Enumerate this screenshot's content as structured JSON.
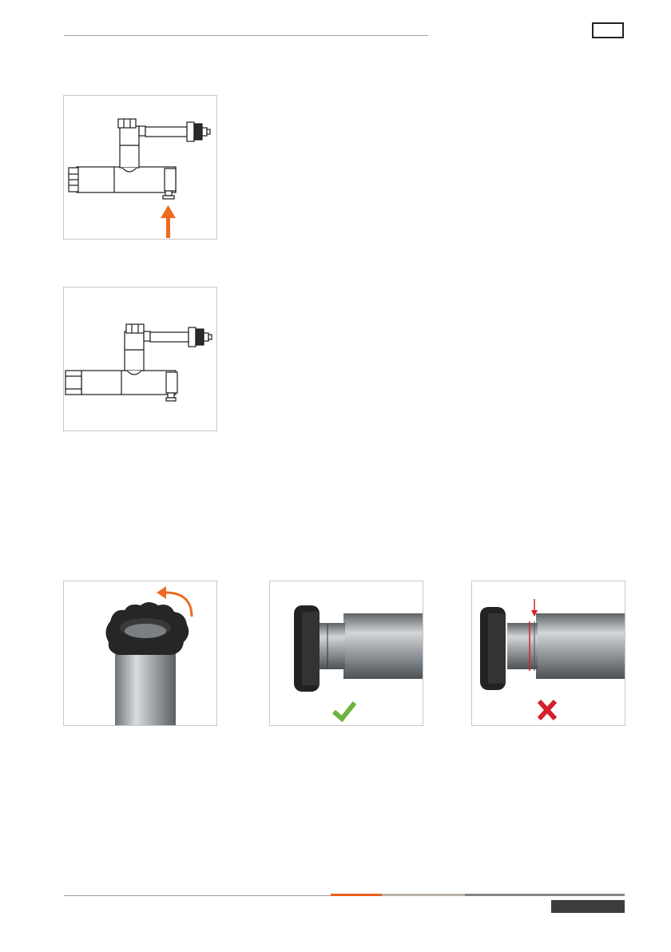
{
  "header": {
    "page_number_box": ""
  },
  "figures": [
    {
      "name": "valve-assembly-with-arrow",
      "arrow_color": "#ee6a1f"
    },
    {
      "name": "valve-assembly-alternate"
    },
    {
      "name": "knurled-nut-rotate",
      "arrow_color": "#ee6a1f"
    },
    {
      "name": "nut-fitted-correct",
      "status_icon": "check-icon",
      "status_color": "#6db33f"
    },
    {
      "name": "nut-fitted-incorrect",
      "status_icon": "cross-icon",
      "status_color": "#d4202a",
      "marker_color": "#d4202a"
    }
  ],
  "footer": {
    "bar_colors": [
      "#e9601c",
      "#b9b2aa",
      "#8a8481"
    ],
    "tab_text": ""
  }
}
